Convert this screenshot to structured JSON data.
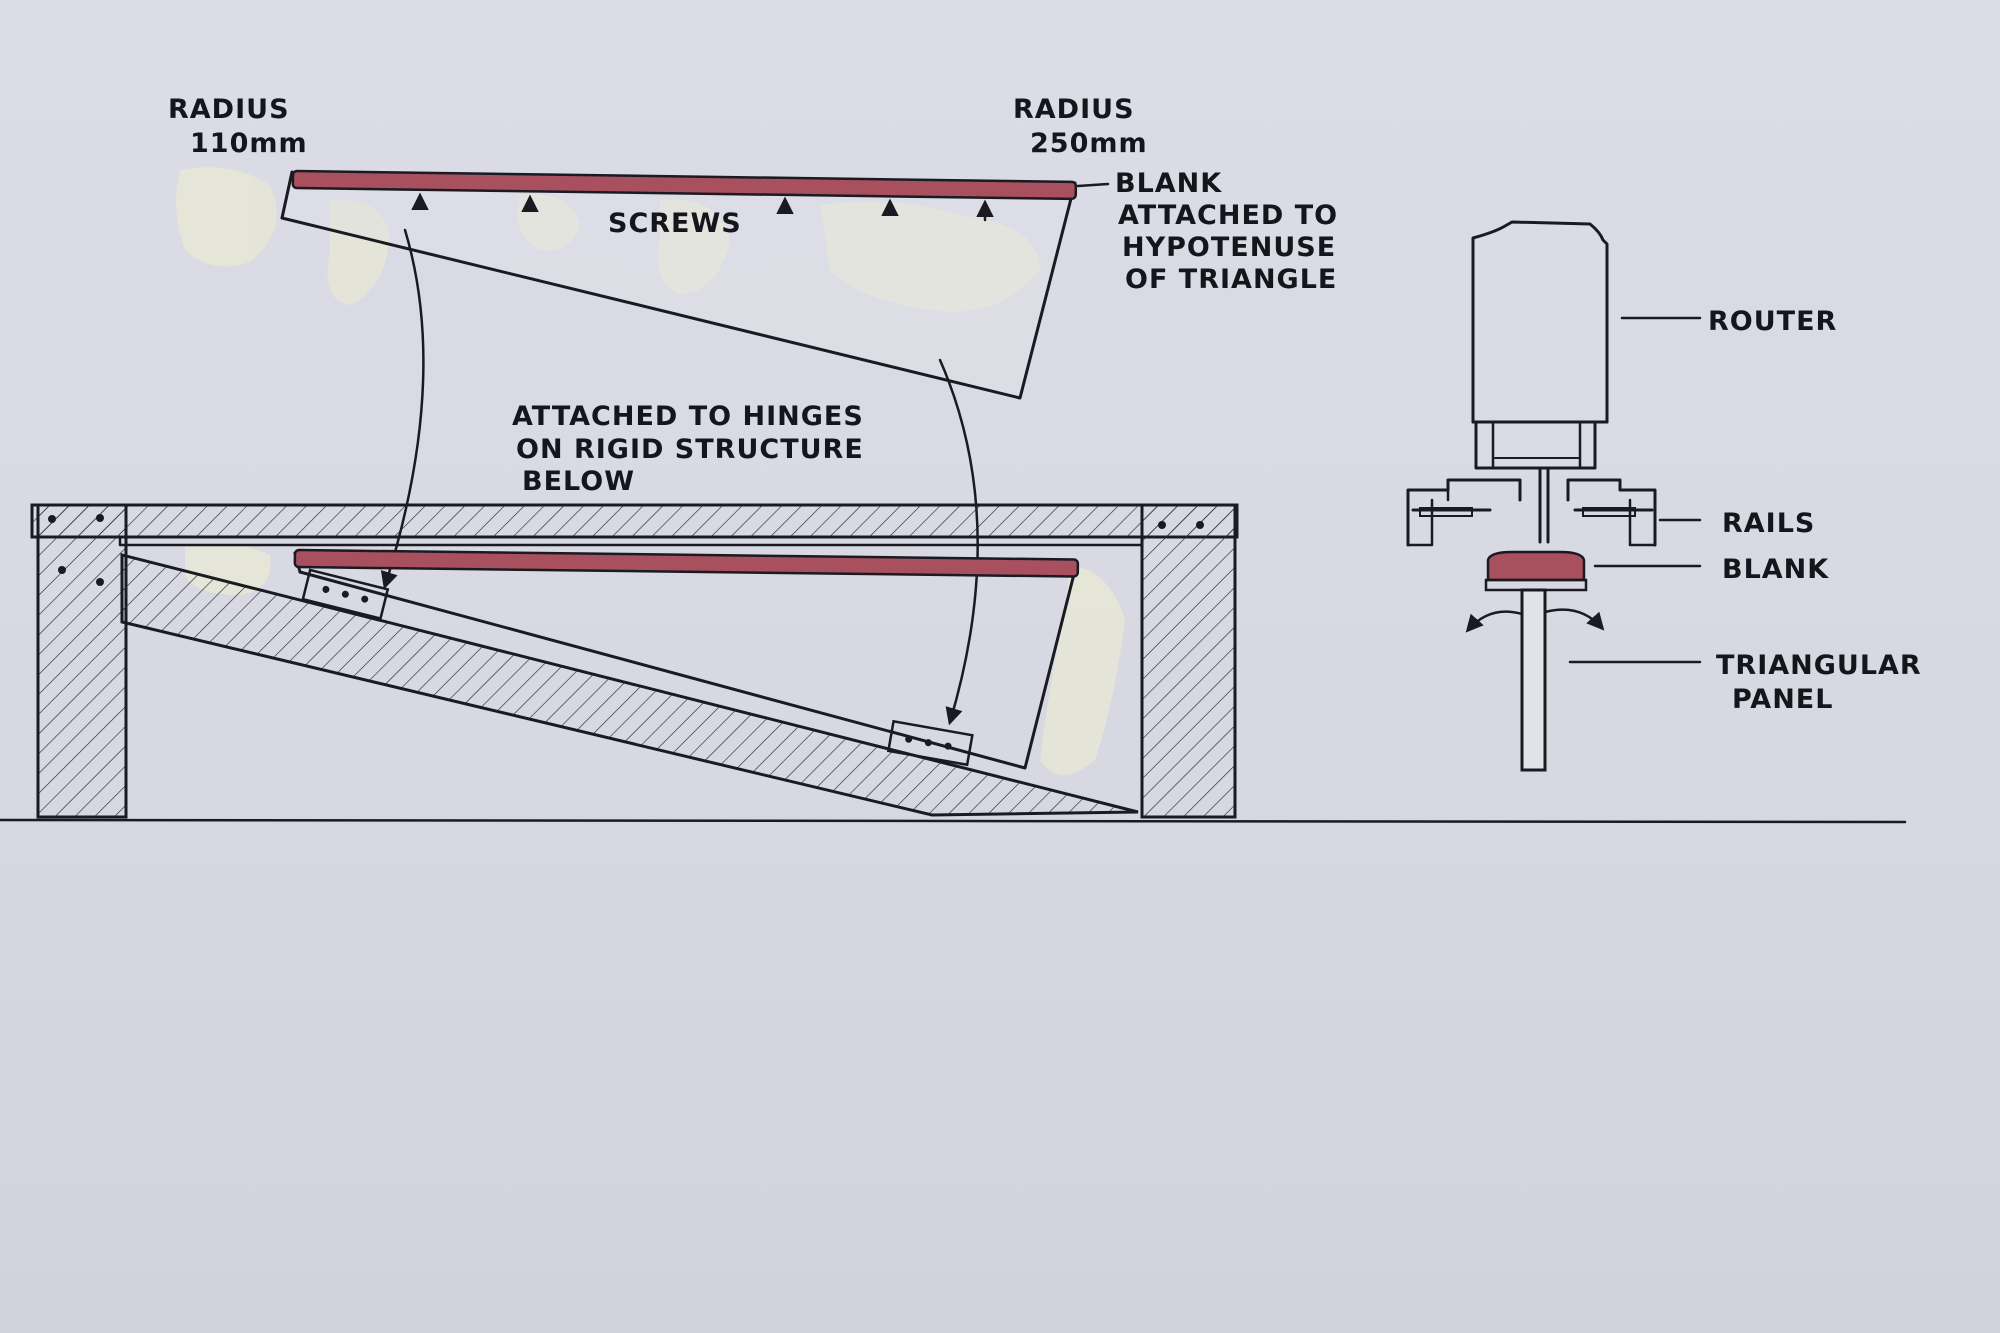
{
  "labels": {
    "radius_small_1": "RADIUS",
    "radius_small_2": "110mm",
    "radius_large_1": "RADIUS",
    "radius_large_2": "250mm",
    "blank_note_1": "BLANK",
    "blank_note_2": "ATTACHED TO",
    "blank_note_3": "HYPOTENUSE",
    "blank_note_4": "OF TRIANGLE",
    "screws": "SCREWS",
    "hinges_1": "ATTACHED TO HINGES",
    "hinges_2": "ON RIGID STRUCTURE",
    "hinges_3": "BELOW",
    "router": "ROUTER",
    "rails": "RAILS",
    "blank": "BLANK",
    "triangular_1": "TRIANGULAR",
    "triangular_2": "PANEL"
  },
  "colors": {
    "paper": "#dcdce6",
    "ink": "#1a1a22",
    "blank_fill": "#a8505e",
    "tape": "#e6e6d6"
  }
}
